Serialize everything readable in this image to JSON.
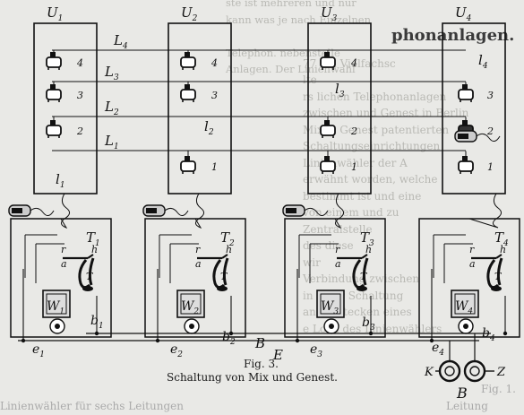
{
  "figure": {
    "number": "Fig. 3.",
    "caption": "Schaltung von Mix und Genest."
  },
  "heading": "phonanlagen.",
  "bleed_text_right": [
    "",
    "",
    "",
    "77 ein Vielfachsc",
    "lte",
    "rs lichen Telephonanlagen",
    "zwischen und Genest in Berlin",
    "Mix & Genest patentierten",
    "Schaltungseinrichtungen",
    "Linienwähler der A",
    "erwähnt worden, welche",
    "bestimmt ist und eine",
    "von einem und zu",
    "Zentralstelle",
    "des diese",
    "wir",
    "Verbindung zwischen",
    "in einer Schaltung",
    "an Einstecken eines",
    "e Loch des Linienwählers",
    ""
  ],
  "bleed_text_left": [
    "ste ist mehreren und nur",
    "kann was je nach Einzelnen",
    "",
    "Telephon. nebenstelle",
    "Anlagen. Der Linienwahl"
  ],
  "corner_fig": "Fig. 1.",
  "bottom_bleed_right": "Leitung",
  "bottom_bleed_left": "Linienwähler für sechs Leitungen",
  "units": [
    {
      "label": "U",
      "sub": "1"
    },
    {
      "label": "U",
      "sub": "2"
    },
    {
      "label": "U",
      "sub": "3"
    },
    {
      "label": "U",
      "sub": "4"
    }
  ],
  "lines": [
    {
      "label": "L",
      "sub": "4"
    },
    {
      "label": "L",
      "sub": "3"
    },
    {
      "label": "L",
      "sub": "2"
    },
    {
      "label": "L",
      "sub": "1"
    }
  ],
  "phones": [
    {
      "label": "T",
      "sub": "1"
    },
    {
      "label": "T",
      "sub": "2"
    },
    {
      "label": "T",
      "sub": "3"
    },
    {
      "label": "T",
      "sub": "4"
    }
  ],
  "bells": [
    {
      "label": "W",
      "sub": "1"
    },
    {
      "label": "W",
      "sub": "2"
    },
    {
      "label": "W",
      "sub": "3"
    },
    {
      "label": "W",
      "sub": "4"
    }
  ],
  "ground_labels": [
    {
      "label": "e",
      "sub": "1"
    },
    {
      "label": "e",
      "sub": "2"
    },
    {
      "label": "e",
      "sub": "3"
    },
    {
      "label": "e",
      "sub": "4"
    }
  ],
  "b_labels": [
    {
      "label": "b",
      "sub": "1"
    },
    {
      "label": "b",
      "sub": "2"
    },
    {
      "label": "b",
      "sub": "3"
    },
    {
      "label": "b",
      "sub": "4"
    }
  ],
  "l_labels": [
    {
      "label": "l",
      "sub": "1"
    },
    {
      "label": "l",
      "sub": "2"
    },
    {
      "label": "l",
      "sub": "3"
    },
    {
      "label": "l",
      "sub": "4"
    }
  ],
  "jack_numbers": [
    "4",
    "3",
    "2",
    "1"
  ],
  "switch_letters": {
    "r": "r",
    "h": "h",
    "a": "a",
    "t": "T"
  },
  "battery_labels": {
    "b": "B",
    "e": "E",
    "k": "K",
    "z": "Z"
  },
  "colors": {
    "ink": "#111111",
    "paper": "#e9e9e6",
    "bleed": "#b9b9b4"
  }
}
